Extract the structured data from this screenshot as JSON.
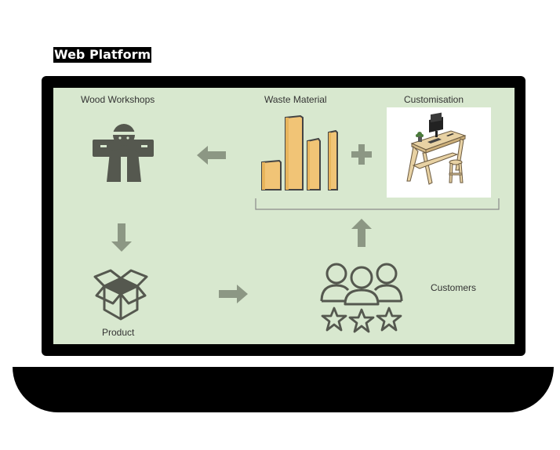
{
  "title": "Web Platform",
  "labels": {
    "wood_workshops": "Wood Workshops",
    "waste_material": "Waste Material",
    "customisation": "Customisation",
    "product": "Product",
    "customers": "Customers"
  },
  "colors": {
    "screen_bg": "#d8e8cf",
    "icon_dark": "#55584f",
    "arrow": "#8c9784",
    "bar_fill": "#f1c476",
    "bar_stroke": "#444444",
    "frame": "#000000"
  },
  "icons": [
    "worker-icon",
    "bar-chart-icon",
    "plus-icon",
    "desk-image",
    "box-icon",
    "customers-icon",
    "rating-stars-icon",
    "arrow-icons"
  ]
}
